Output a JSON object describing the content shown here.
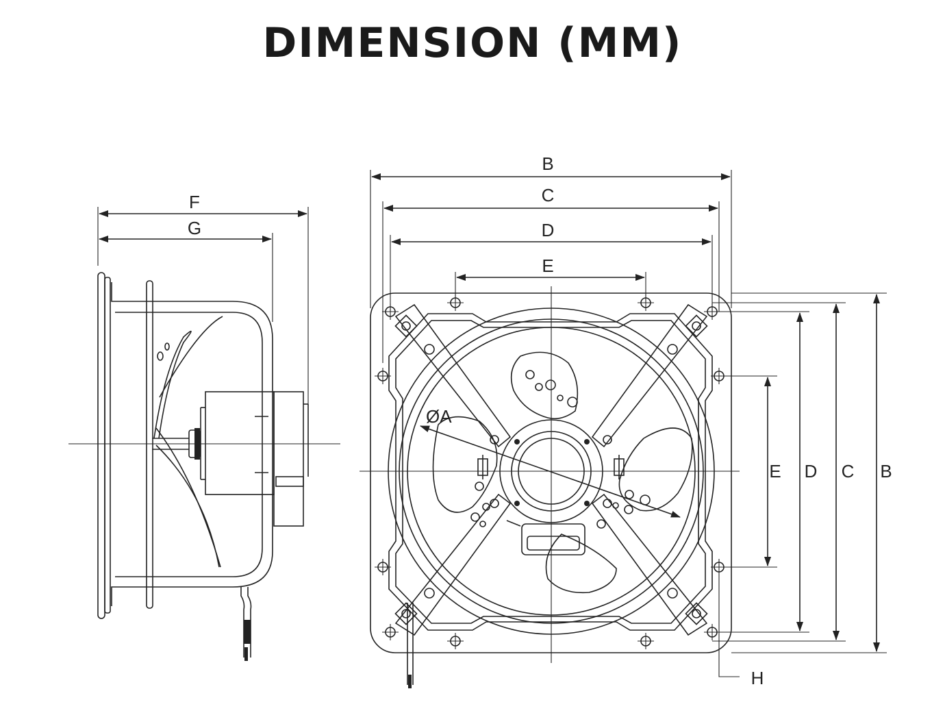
{
  "title": "DIMENSION (MM)",
  "labels": {
    "B": "B",
    "C": "C",
    "D": "D",
    "E": "E",
    "F": "F",
    "G": "G",
    "H": "H",
    "OA": "ØA"
  }
}
